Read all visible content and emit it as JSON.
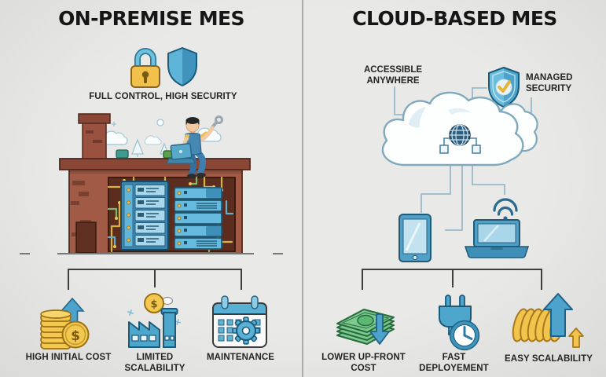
{
  "left": {
    "title": "ON-PREMISE MES",
    "caption": "FULL CONTROL, HIGH SECURITY",
    "items": [
      {
        "id": "high-initial-cost",
        "label": "HIGH INITIAL COST",
        "icon": "coins-up-arrow-icon"
      },
      {
        "id": "limited-scalability",
        "label": "LIMITED SCALABILITY",
        "icon": "factory-dollar-icon"
      },
      {
        "id": "maintenance",
        "label": "MAINTENANCE",
        "icon": "calendar-gear-icon"
      }
    ]
  },
  "right": {
    "title": "CLOUD-BASED MES",
    "callouts": [
      {
        "id": "accessible-anywhere",
        "label": "ACCESSIBLE ANYWHERE"
      },
      {
        "id": "managed-security",
        "label": "MANAGED SECURITY",
        "icon": "shield-check-icon"
      }
    ],
    "items": [
      {
        "id": "lower-upfront-cost",
        "label": "LOWER UP-FRONT COST",
        "icon": "money-down-arrow-icon"
      },
      {
        "id": "fast-deployment",
        "label": "FAST DEPLOYEMENT",
        "icon": "plug-clock-icon"
      },
      {
        "id": "easy-scalability",
        "label": "EASY SCALABILITY",
        "icon": "spring-up-arrow-icon"
      }
    ]
  },
  "glyphs": {
    "dollar": "$"
  },
  "colors": {
    "background": "#e6e6e5",
    "divider": "#ababab",
    "accent_blue": "#4da6cc",
    "gold": "#f2c94c",
    "money_green": "#7ec98f",
    "brick": "#a05a45",
    "text": "#1c1c1c",
    "connector": "#9ab9ca",
    "bracket": "#3f3f3f"
  }
}
